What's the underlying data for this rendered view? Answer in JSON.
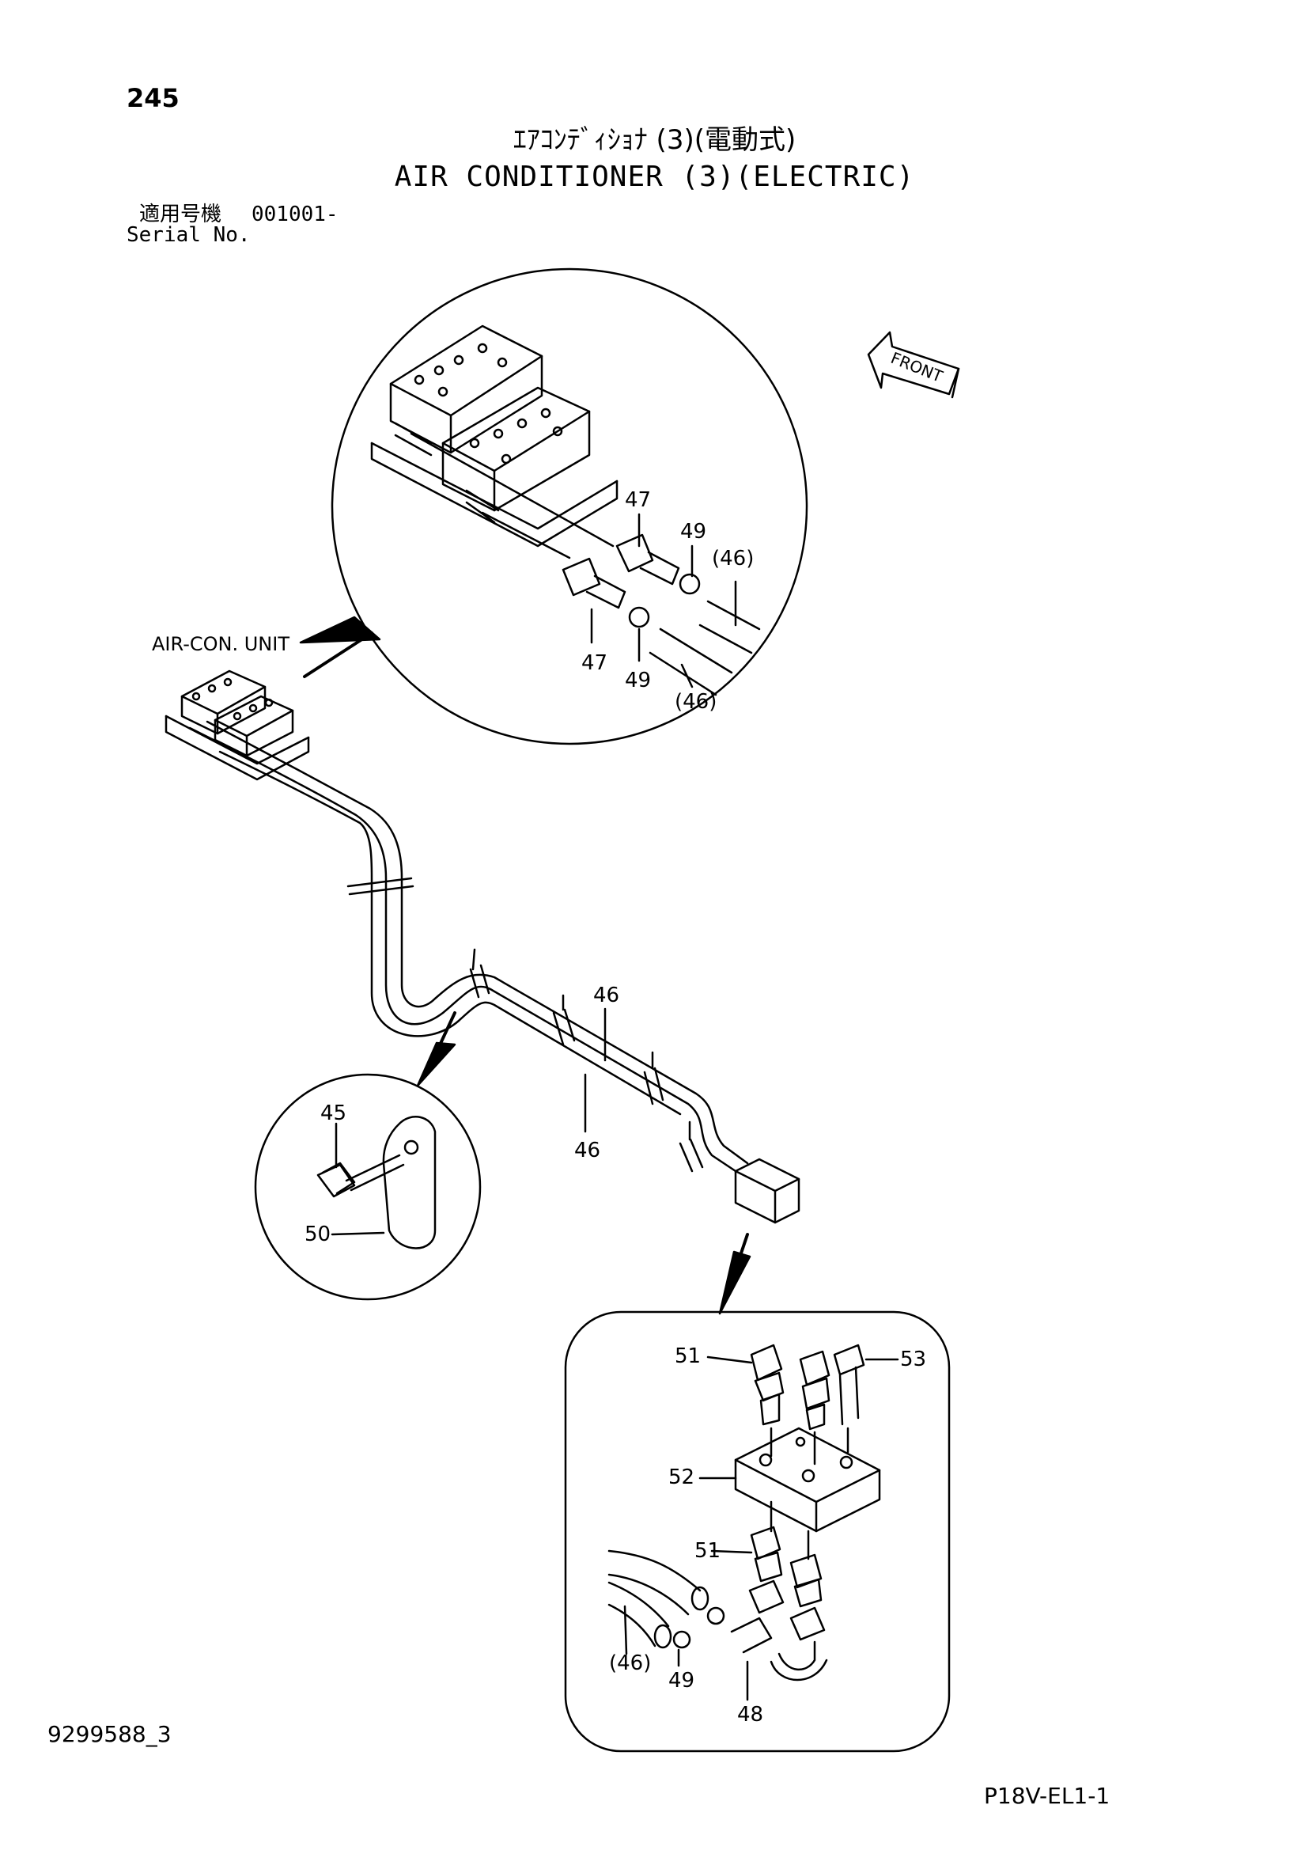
{
  "header": {
    "page_number": "245",
    "title_jp": "ｴｱｺﾝﾃﾞｨｼｮﾅ (3)(電動式)",
    "title_en": "AIR CONDITIONER (3)(ELECTRIC)",
    "serial_label_jp": "適用号機",
    "serial_value": "001001-",
    "serial_label_en": "Serial No."
  },
  "diagram": {
    "front_label": "FRONT",
    "unit_label": "AIR-CON. UNIT",
    "callouts": {
      "c47a": "47",
      "c47b": "47",
      "c49a": "49",
      "c49b": "49",
      "c46a": "(46)",
      "c46b": "(46)",
      "c46c": "46",
      "c46d": "46",
      "c45": "45",
      "c50": "50",
      "c51a": "51",
      "c51b": "51",
      "c52": "52",
      "c53": "53",
      "c46e": "(46)",
      "c49c": "49",
      "c48": "48"
    }
  },
  "footer": {
    "doc_number": "9299588_3",
    "page_code": "P18V-EL1-1"
  }
}
